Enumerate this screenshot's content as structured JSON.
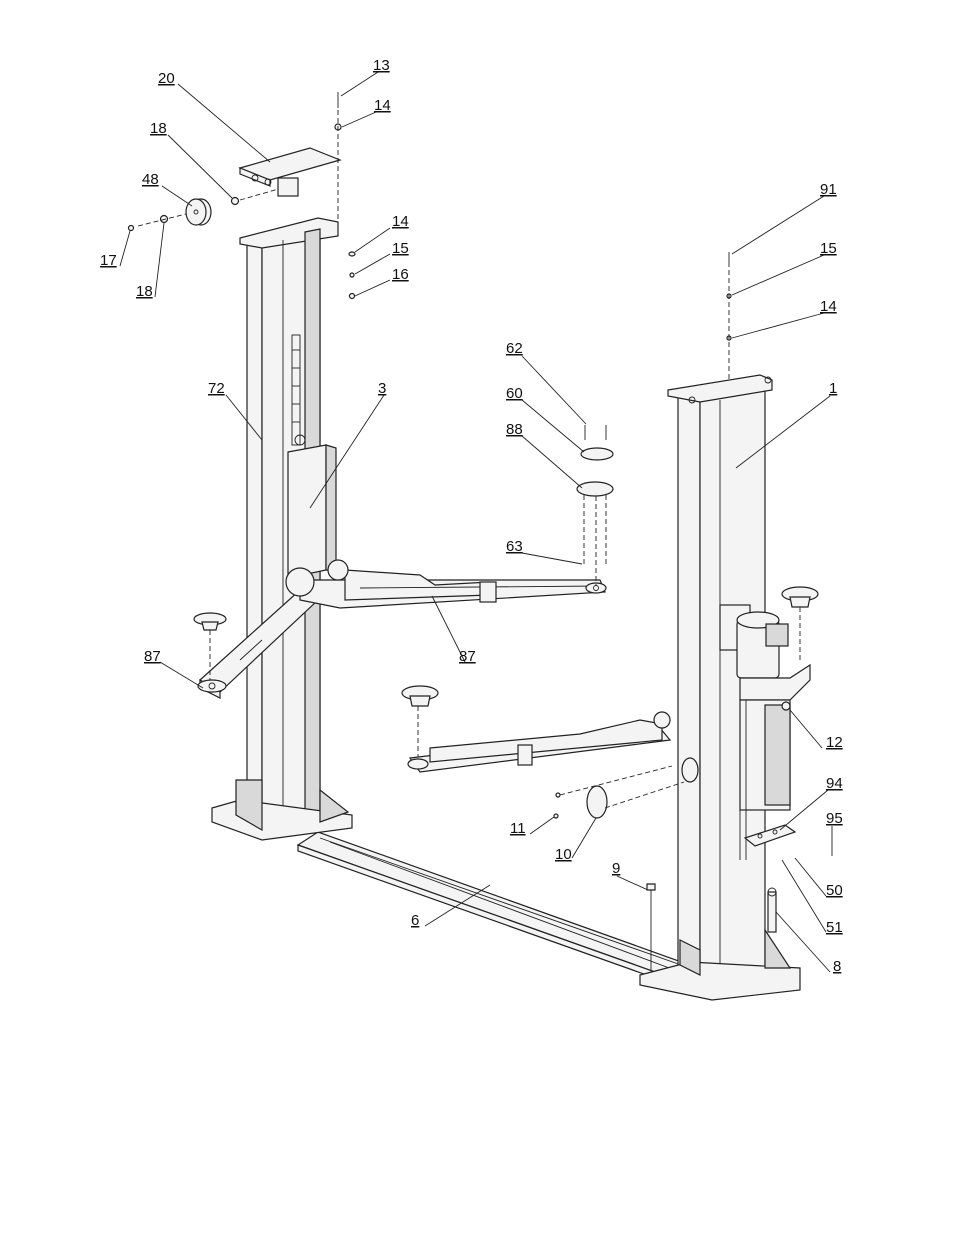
{
  "callouts": {
    "c1": "1",
    "c3": "3",
    "c6": "6",
    "c8": "8",
    "c9": "9",
    "c10": "10",
    "c11": "11",
    "c12": "12",
    "c13": "13",
    "c14a": "14",
    "c14b": "14",
    "c14c": "14",
    "c15a": "15",
    "c15b": "15",
    "c16": "16",
    "c17": "17",
    "c18a": "18",
    "c18b": "18",
    "c20": "20",
    "c48": "48",
    "c50": "50",
    "c51": "51",
    "c60": "60",
    "c62": "62",
    "c63": "63",
    "c72": "72",
    "c87a": "87",
    "c87b": "87",
    "c88": "88",
    "c91": "91",
    "c94": "94",
    "c95": "95"
  }
}
